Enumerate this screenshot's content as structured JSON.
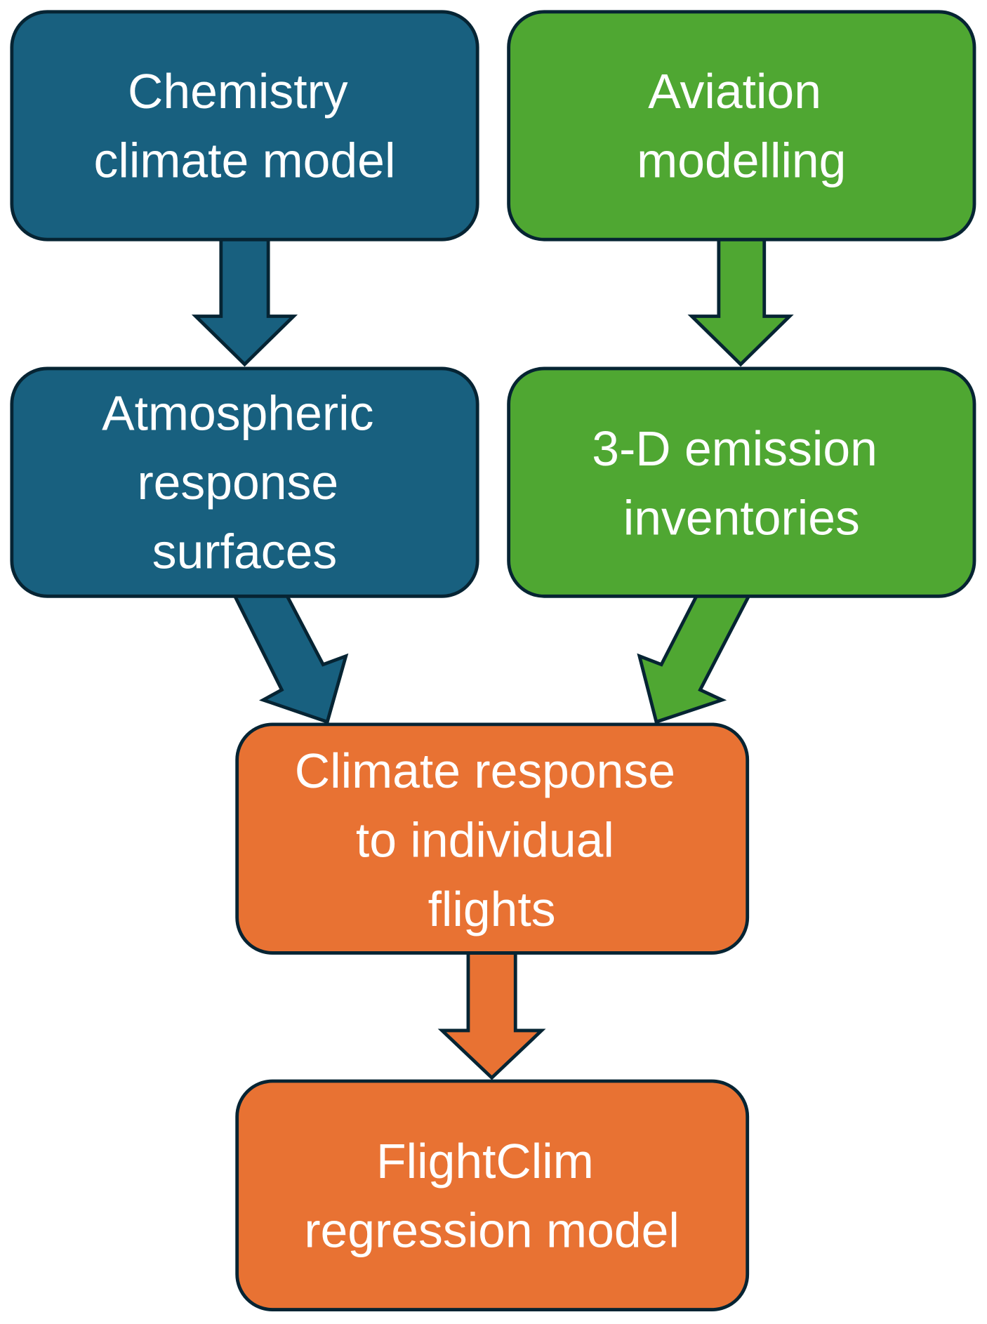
{
  "colors": {
    "blue": "#18607F",
    "green": "#4FA732",
    "orange": "#E87233",
    "outline": "#062433",
    "text": "#ffffff"
  },
  "nodes": {
    "chem": {
      "lines": [
        "Chemistry",
        "climate model"
      ]
    },
    "aviation": {
      "lines": [
        "Aviation",
        "modelling"
      ]
    },
    "atmos": {
      "lines": [
        "Atmospheric",
        "response",
        "surfaces"
      ]
    },
    "emission": {
      "lines": [
        "3-D emission",
        "inventories"
      ]
    },
    "climate": {
      "lines": [
        "Climate response",
        "to individual",
        "flights"
      ]
    },
    "flightclim": {
      "lines": [
        "FlightClim",
        "regression model"
      ]
    }
  },
  "edges": [
    {
      "from": "chem",
      "to": "atmos"
    },
    {
      "from": "aviation",
      "to": "emission"
    },
    {
      "from": "atmos",
      "to": "climate"
    },
    {
      "from": "emission",
      "to": "climate"
    },
    {
      "from": "climate",
      "to": "flightclim"
    }
  ]
}
